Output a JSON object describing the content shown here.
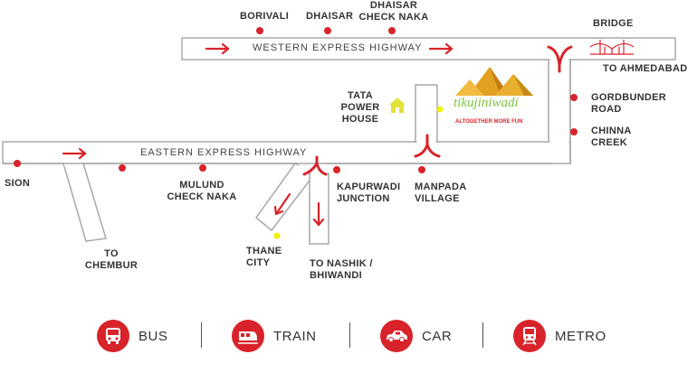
{
  "highways": {
    "western": "WESTERN EXPRESS HIGHWAY",
    "eastern": "EASTERN EXPRESS HIGHWAY"
  },
  "places": {
    "borivali": "BORIVALI",
    "dhaisar": "DHAISAR",
    "dhaisar_check_naka": [
      "DHAISAR",
      "CHECK NAKA"
    ],
    "bridge": "BRIDGE",
    "to_ahmedabad": "TO AHMEDABAD",
    "gordbunder_road": [
      "GORDBUNDER",
      "ROAD"
    ],
    "chinna_creek": [
      "CHINNA",
      "CREEK"
    ],
    "tata_power_house": [
      "TATA",
      "POWER",
      "HOUSE"
    ],
    "manpada_village": [
      "MANPADA",
      "VILLAGE"
    ],
    "kapurwadi_junction": [
      "KAPURWADI",
      "JUNCTION"
    ],
    "sion": "SION",
    "mulund_check_naka": [
      "MULUND",
      "CHECK NAKA"
    ],
    "to_chembur": [
      "TO",
      "CHEMBUR"
    ],
    "thane_city": [
      "THANE",
      "CITY"
    ],
    "to_nashik_bhiwandi": [
      "TO NASHIK /",
      "BHIWANDI"
    ]
  },
  "logo": {
    "name": "tikujiniwadi",
    "tagline": "ALTOGETHER MORE FUN"
  },
  "legend": [
    {
      "label": "BUS",
      "icon": "bus-icon"
    },
    {
      "label": "TRAIN",
      "icon": "train-icon"
    },
    {
      "label": "CAR",
      "icon": "car-icon"
    },
    {
      "label": "METRO",
      "icon": "metro-icon"
    }
  ],
  "colors": {
    "accent": "#d8232a",
    "road_border": "#9a9a9a",
    "highlight": "#e8e800"
  }
}
